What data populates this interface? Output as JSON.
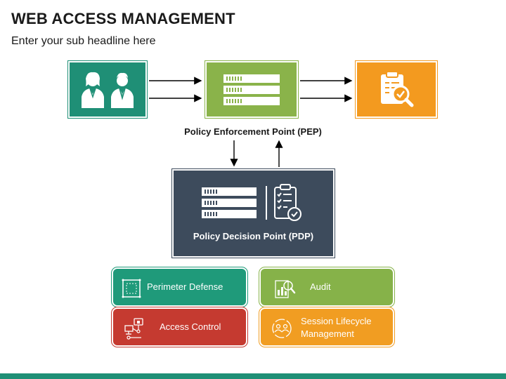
{
  "header": {
    "title": "WEB ACCESS MANAGEMENT",
    "subtitle": "Enter your sub headline here"
  },
  "diagram": {
    "pep_label": "Policy Enforcement Point (PEP)",
    "pdp_label": "Policy Decision Point (PDP)",
    "nodes": [
      {
        "id": "users",
        "icon": "users-icon",
        "color": "#1f8f76"
      },
      {
        "id": "pep",
        "icon": "server-rack-icon",
        "color": "#8ab34a"
      },
      {
        "id": "audit",
        "icon": "clipboard-search-icon",
        "color": "#f39a1f"
      },
      {
        "id": "pdp",
        "icon": "server-clipboard-icon",
        "color": "#3d4b5c"
      }
    ]
  },
  "features": [
    {
      "label": "Perimeter Defense",
      "icon": "perimeter-icon",
      "color": "#1f9a7a"
    },
    {
      "label": "Access Control",
      "icon": "access-network-icon",
      "color": "#c53a30"
    },
    {
      "label": "Audit",
      "icon": "audit-chart-icon",
      "color": "#86b249"
    },
    {
      "label": "Session Lifecycle Management",
      "label_line1": "Session Lifecycle",
      "label_line2": "Management",
      "icon": "session-people-icon",
      "color": "#f19d22"
    }
  ],
  "colors": {
    "footer": "#1f8f76",
    "text": "#1a1a1a"
  }
}
